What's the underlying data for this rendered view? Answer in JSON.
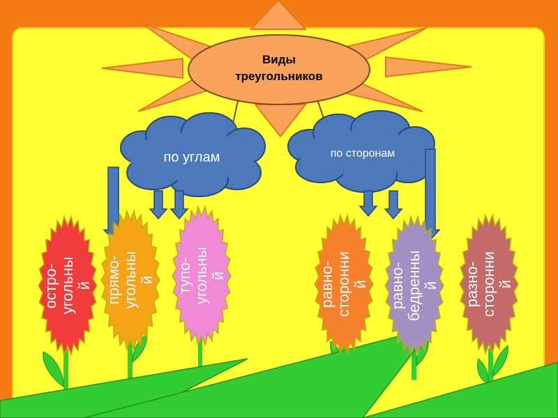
{
  "title": "Виды треугольников",
  "title_line1": "Виды",
  "title_line2": "треугольников",
  "branches": {
    "angles": "по углам",
    "sides": "по сторонам"
  },
  "flowers": [
    {
      "line1": "остро-",
      "line2": "угольны",
      "line3": "й",
      "color": "#f23b3b"
    },
    {
      "line1": "прямо-",
      "line2": "угольны",
      "line3": "й",
      "color": "#f5a417"
    },
    {
      "line1": "тупо-",
      "line2": "угольны",
      "line3": "й",
      "color": "#f08ad6"
    },
    {
      "line1": "равно-",
      "line2": "сторонни",
      "line3": "й",
      "color": "#f7812b"
    },
    {
      "line1": "равно-",
      "line2": "бедренны",
      "line3": "й",
      "color": "#a48fc4"
    },
    {
      "line1": "разно-",
      "line2": "сторонни",
      "line3": "й",
      "color": "#c46a6a"
    }
  ],
  "colors": {
    "background": "#f47c12",
    "panel": "#ffff33",
    "sun": "#f8a25a",
    "cloud": "#4d79ba",
    "grass": "#33cc33"
  }
}
